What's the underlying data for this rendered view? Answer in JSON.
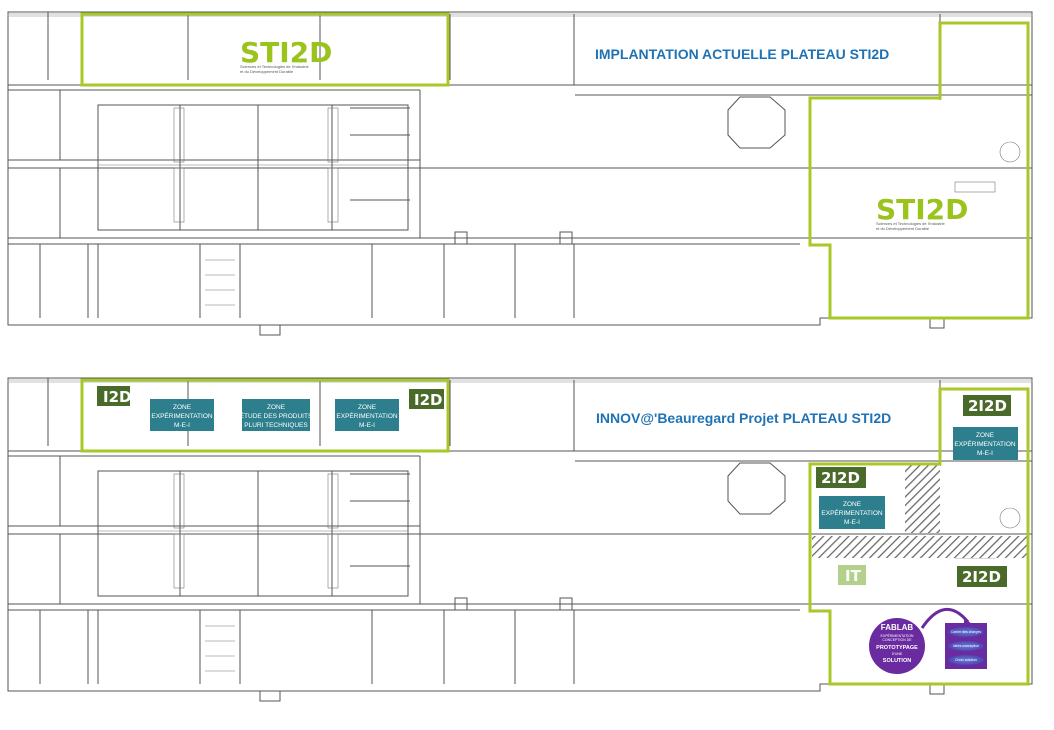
{
  "top_plan": {
    "title": "IMPLANTATION ACTUELLE PLATEAU STI2D",
    "logo_text": "STI2D",
    "logo_sub1": "Sciences et Technologies de l'Industrie",
    "logo_sub2": "et du Développement Durable"
  },
  "bottom_plan": {
    "title": "INNOV@'Beauregard Projet PLATEAU STI2D",
    "badges": {
      "i2d_left": "I2D",
      "i2d_right": "I2D",
      "two_i2d_top": "2I2D",
      "two_i2d_mid": "2I2D",
      "two_i2d_low": "2I2D",
      "it": "IT"
    },
    "zones": {
      "zone1_line1": "ZONE",
      "zone1_line2": "EXPÉRIMENTATION",
      "zone1_line3": "M-E-I",
      "zone2_line1": "ZONE",
      "zone2_line2": "ÉTUDE DES PRODUITS",
      "zone2_line3": "PLURI TECHNIQUES",
      "zone3_line1": "ZONE",
      "zone3_line2": "EXPÉRIMENTATION",
      "zone3_line3": "M-E-I",
      "zone4_line1": "ZONE",
      "zone4_line2": "EXPÉRIMENTATION",
      "zone4_line3": "M-E-I",
      "zone5_line1": "ZONE",
      "zone5_line2": "EXPÉRIMENTATION",
      "zone5_line3": "M-E-I"
    },
    "fablab": {
      "title": "FABLAB",
      "sub1": "EXPÉRIMENTATION",
      "sub2": "CONCEPTION DE",
      "main1": "PROTOTYPAGE",
      "sub3": "D'UNE",
      "main2": "SOLUTION",
      "card1": "Cahier des charges",
      "card2": "Idées conception",
      "card3": "Choix solution"
    }
  },
  "colors": {
    "highlight": "#a8c82a",
    "title_blue": "#1f73b5",
    "zone_teal": "#2e7f8d",
    "badge_dark_green": "#4a6a2a",
    "badge_light_green": "#b3d18a",
    "fablab_purple": "#6a2aa0",
    "wall_gray": "#555555"
  }
}
